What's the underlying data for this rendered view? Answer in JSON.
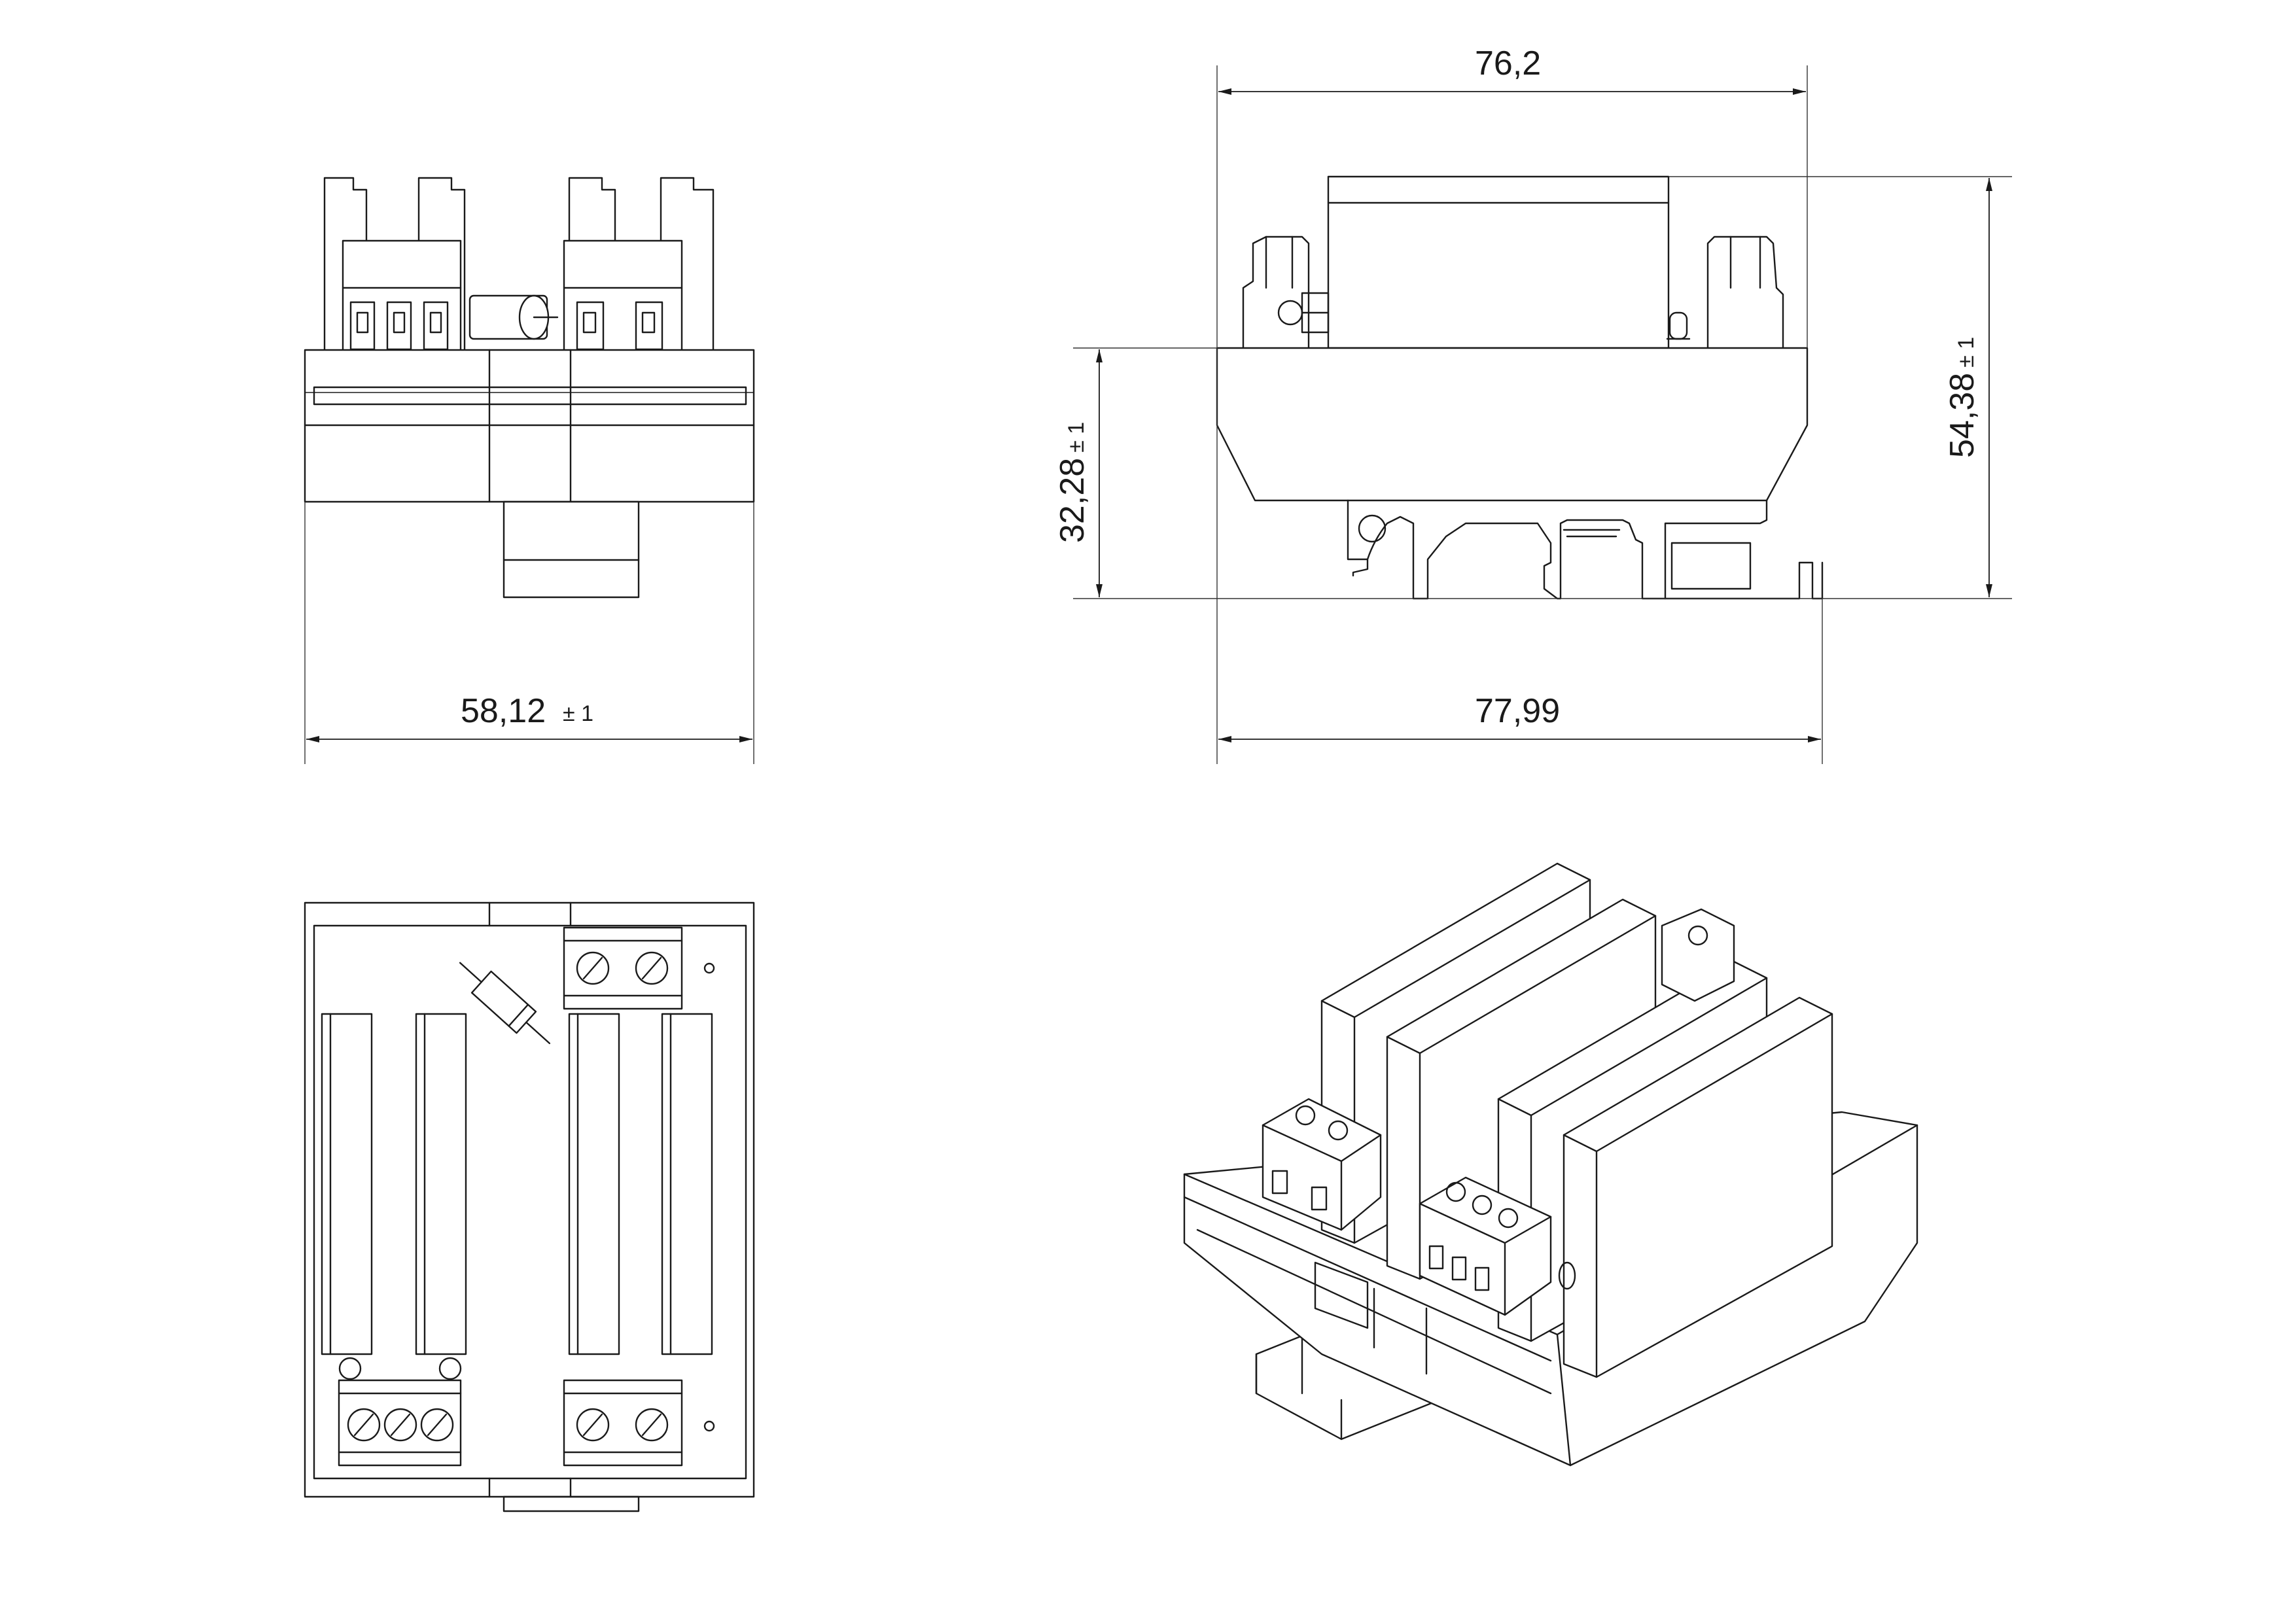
{
  "dimensions": {
    "front_width": {
      "value": "58,12",
      "tolerance": "± 1"
    },
    "side_top_width": {
      "value": "76,2"
    },
    "side_bottom_width": {
      "value": "77,99"
    },
    "side_body_height": {
      "value": "32,28",
      "tolerance": "± 1"
    },
    "side_total_height": {
      "value": "54,38",
      "tolerance": "± 1"
    }
  },
  "views": [
    "front-view",
    "side-view",
    "top-view",
    "isometric-view"
  ]
}
